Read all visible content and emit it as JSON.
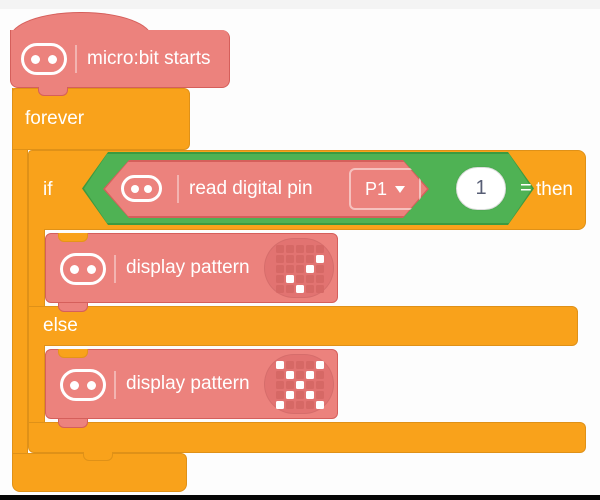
{
  "colors": {
    "orange": "#F9A21B",
    "pink": "#EC827D",
    "pink-border": "#D55F5B",
    "green": "#4FB254",
    "green-border": "#3C9A40",
    "led-oval": "#E27371",
    "led-dim": "#D66865",
    "text-dark": "#575E75"
  },
  "blocks": {
    "hat": {
      "label": "micro:bit starts",
      "icon": "microbit-face-icon"
    },
    "forever": {
      "label": "forever"
    },
    "if_block": {
      "if_label": "if",
      "then_label": "then",
      "else_label": "else"
    },
    "condition": {
      "reporter_label": "read digital pin",
      "reporter_icon": "microbit-face-icon",
      "pin_dropdown_value": "P1",
      "operator": "=",
      "compare_value": "1"
    },
    "display1": {
      "label": "display pattern",
      "icon": "microbit-face-icon",
      "pattern_name": "checkmark",
      "pattern": [
        [
          0,
          0,
          0,
          0,
          0
        ],
        [
          0,
          0,
          0,
          0,
          1
        ],
        [
          0,
          0,
          0,
          1,
          0
        ],
        [
          0,
          1,
          0,
          0,
          0
        ],
        [
          0,
          0,
          1,
          0,
          0
        ]
      ]
    },
    "display2": {
      "label": "display pattern",
      "icon": "microbit-face-icon",
      "pattern_name": "x-cross",
      "pattern": [
        [
          1,
          0,
          0,
          0,
          1
        ],
        [
          0,
          1,
          0,
          1,
          0
        ],
        [
          0,
          0,
          1,
          0,
          0
        ],
        [
          0,
          1,
          0,
          1,
          0
        ],
        [
          1,
          0,
          0,
          0,
          1
        ]
      ]
    }
  }
}
